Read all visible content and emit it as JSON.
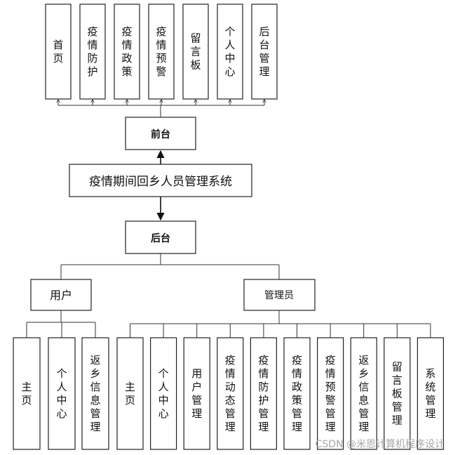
{
  "title": "疫情期间回乡人员管理系统",
  "frontend": {
    "label": "前台",
    "modules": [
      "首页",
      "疫情防护",
      "疫情政策",
      "疫情预警",
      "留言板",
      "个人中心",
      "后台管理"
    ]
  },
  "backend": {
    "label": "后台",
    "user": {
      "label": "用户",
      "modules": [
        "主页",
        "个人中心",
        "返乡信息管理"
      ]
    },
    "admin": {
      "label": "管理员",
      "modules": [
        "主页",
        "个人中心",
        "用户管理",
        "疫情动态管理",
        "疫情防护管理",
        "疫情政策管理",
        "疫情预警管理",
        "返乡信息管理",
        "留言板管理",
        "系统管理"
      ]
    }
  },
  "watermark": "CSDN @米恩计算机程序设计"
}
